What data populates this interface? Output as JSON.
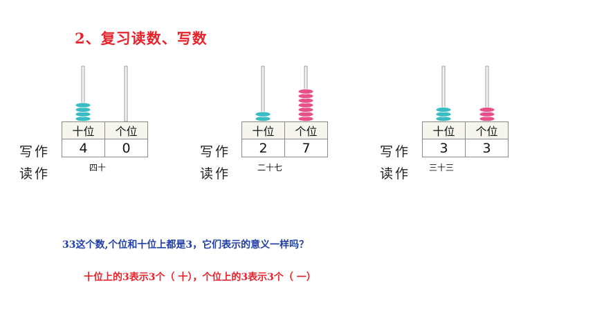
{
  "title": "2、复习读数、写数",
  "labels": {
    "write": "写作",
    "read": "读作"
  },
  "bead_colors": {
    "tens": "#3bbcc2",
    "ones": "#e8508a"
  },
  "abaci": [
    {
      "headers": [
        "十位",
        "个位"
      ],
      "tens": 4,
      "ones": 0,
      "written_tens": "4",
      "written_ones": "0",
      "reading": "四十"
    },
    {
      "headers": [
        "十位",
        "个位"
      ],
      "tens": 2,
      "ones": 7,
      "written_tens": "2",
      "written_ones": "7",
      "reading": "二十七"
    },
    {
      "headers": [
        "十位",
        "个位"
      ],
      "tens": 3,
      "ones": 3,
      "written_tens": "3",
      "written_ones": "3",
      "reading": "三十三"
    }
  ],
  "question": "33这个数,个位和十位上都是3，它们表示的意义一样吗？",
  "answer": "十位上的3表示3个（ 十），个位上的3表示3个（ 一）"
}
